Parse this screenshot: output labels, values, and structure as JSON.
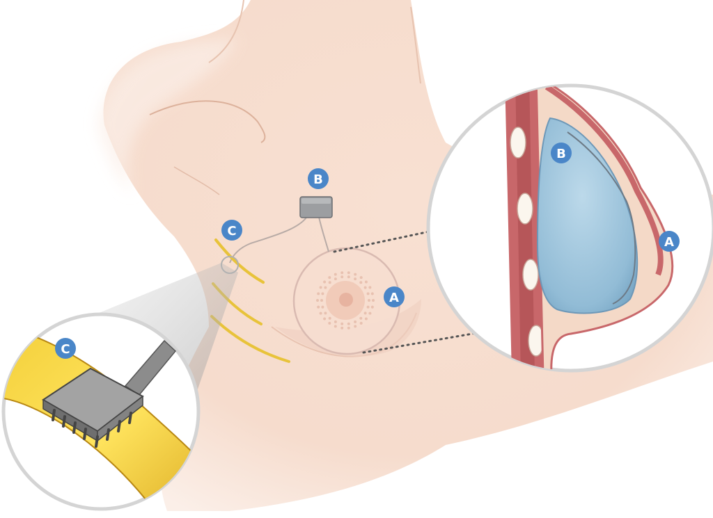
{
  "labels": {
    "main_A": "A",
    "main_B": "B",
    "main_C": "C",
    "cross_A": "A",
    "cross_B": "B",
    "inset_C": "C"
  },
  "colors": {
    "skin_light": "#fdf3ee",
    "skin": "#f6ddd0",
    "skin_shadow": "#edcdbd",
    "label_circle": "#4a86c8",
    "implant": "#9fc6de",
    "muscle": "#c86d6f",
    "nerve": "#e8c33a",
    "chip": "#9a9a9a"
  }
}
